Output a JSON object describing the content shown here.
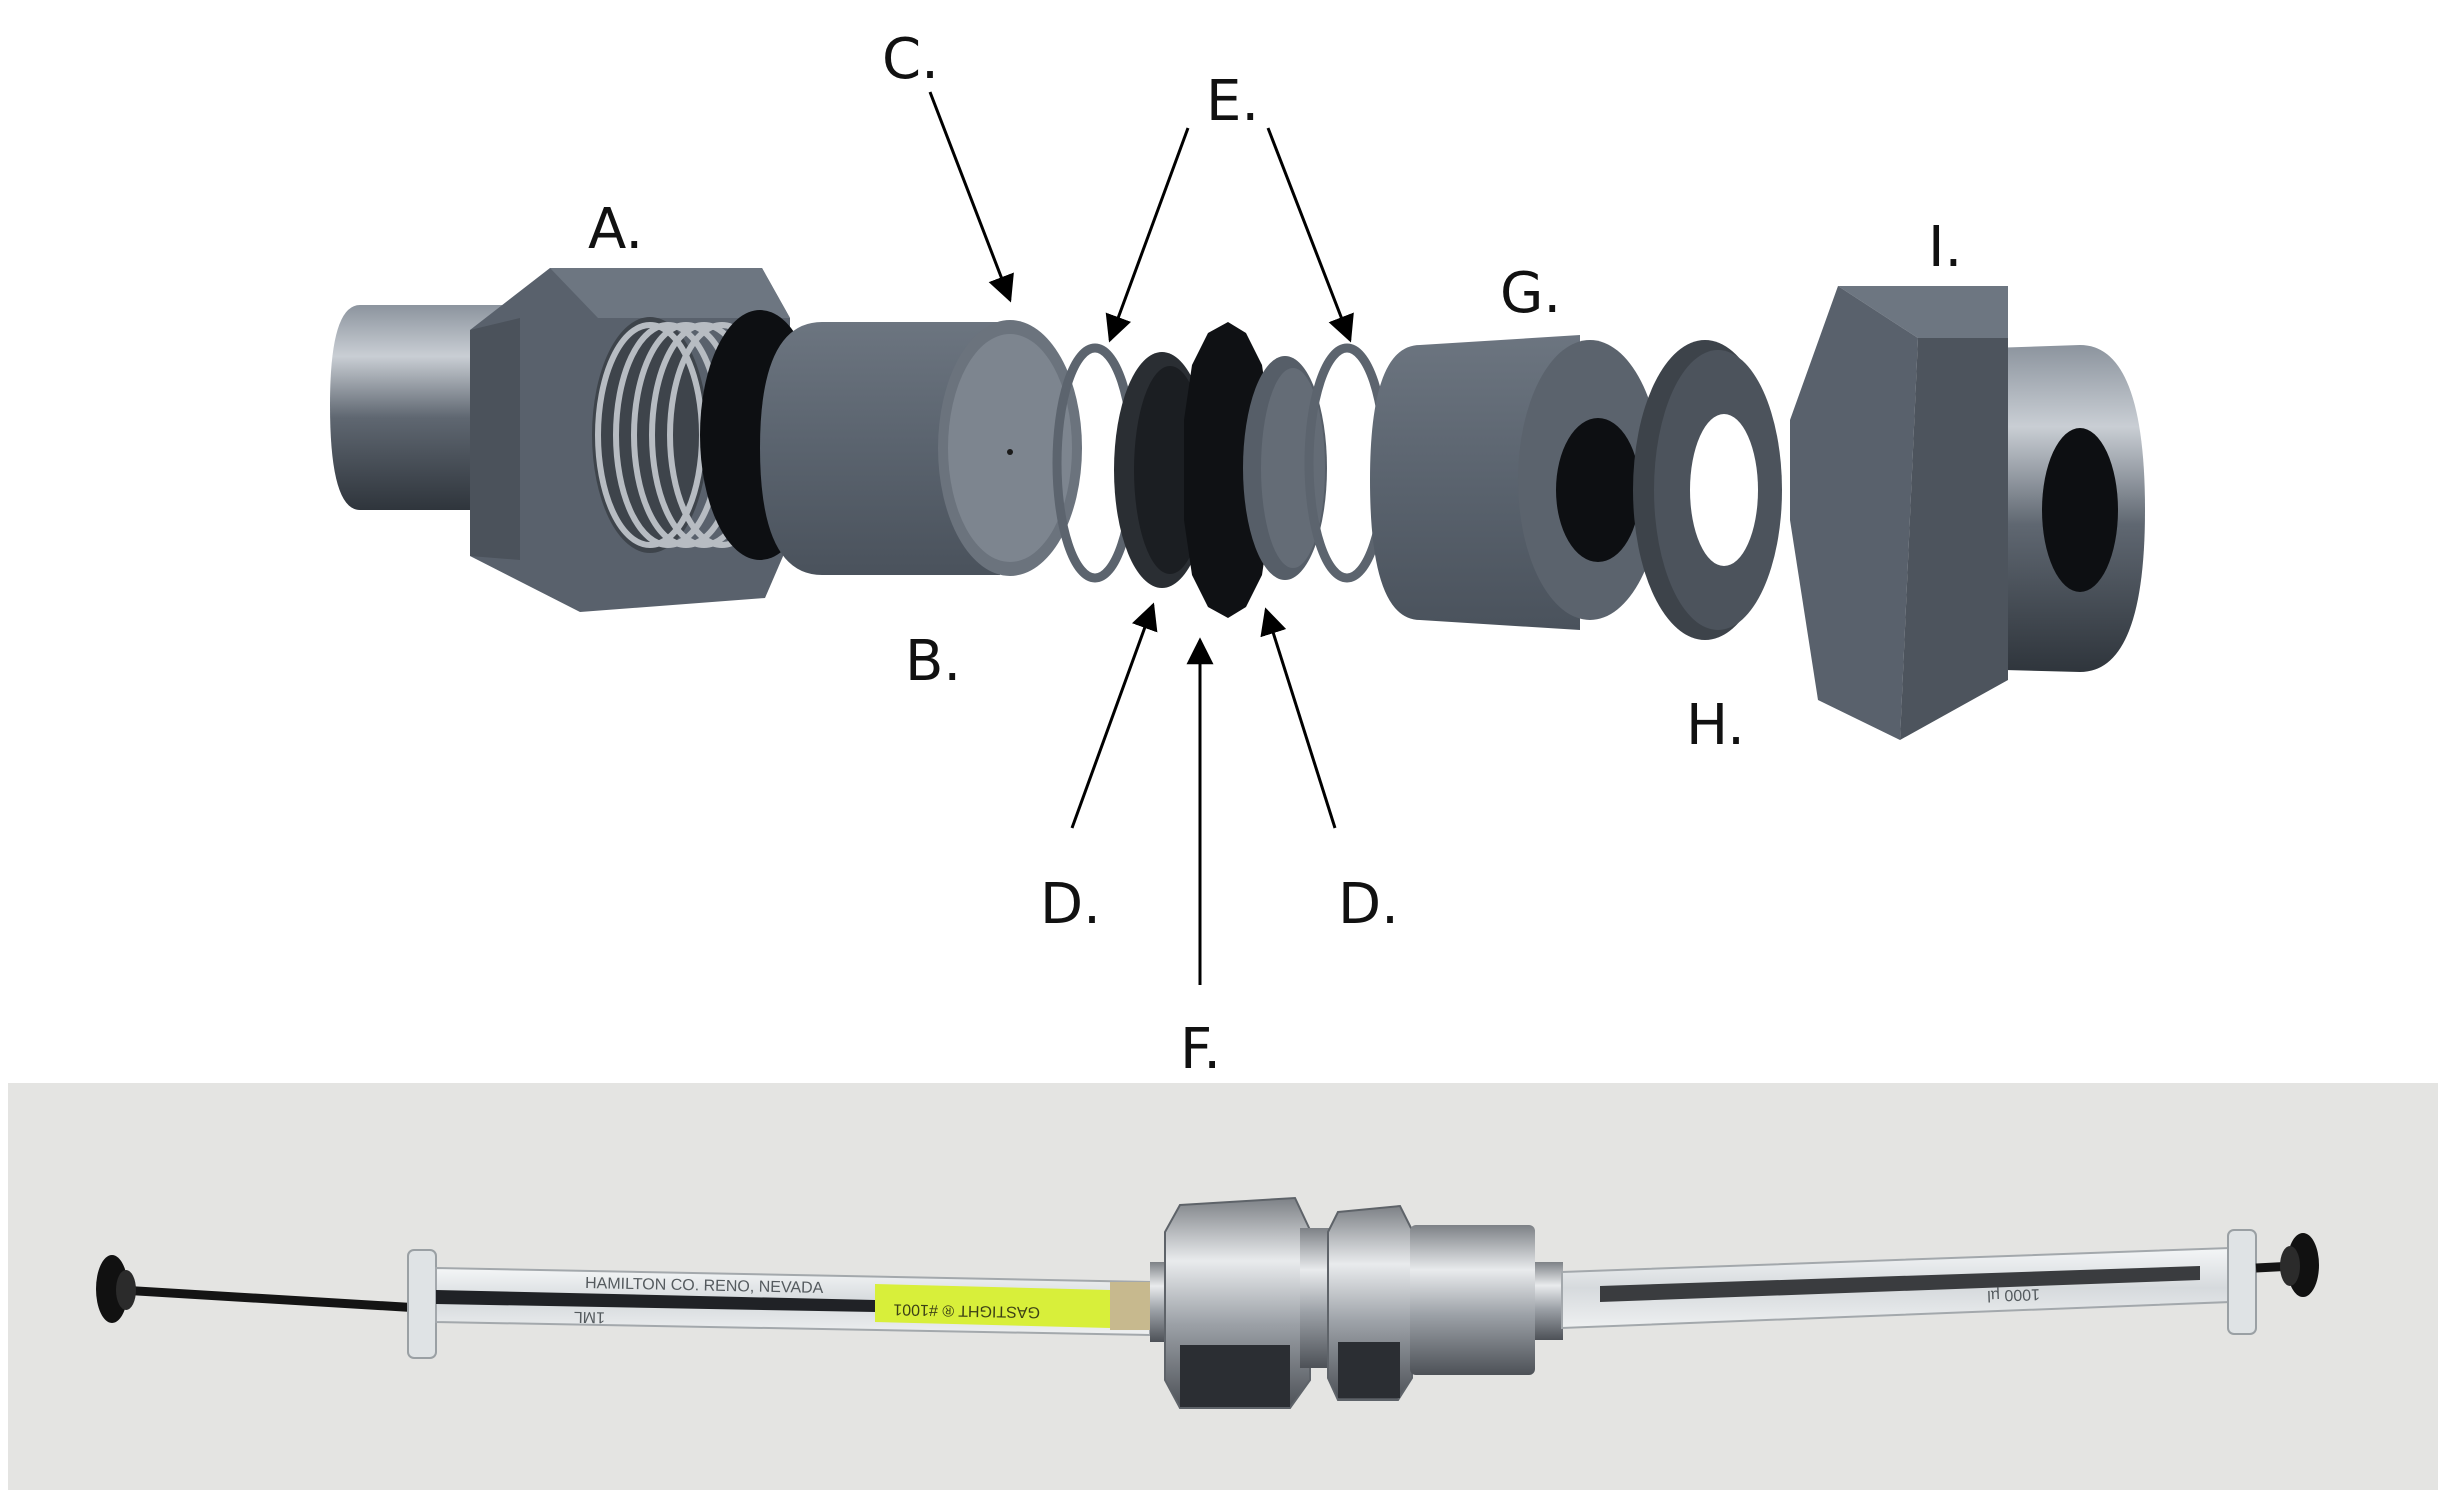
{
  "labels": {
    "a": "A.",
    "b": "B.",
    "c": "C.",
    "d_left": "D.",
    "d_right": "D.",
    "e": "E.",
    "f": "F.",
    "g": "G.",
    "h": "H.",
    "i": "I."
  },
  "syringe_text": {
    "left_barrel_brand": "HAMILTON CO. RENO, NEVADA",
    "left_barrel_catalog": "GASTIGHT ® #1001",
    "left_barrel_volume": "1ML",
    "right_barrel_volume": "1000 µl"
  },
  "colors": {
    "part_gray": "#5b6470",
    "part_dark": "#1c1f24",
    "metal": "#b9bdc2",
    "photo_background": "#e4e4e2",
    "label_tape": "#d8ef3a"
  }
}
